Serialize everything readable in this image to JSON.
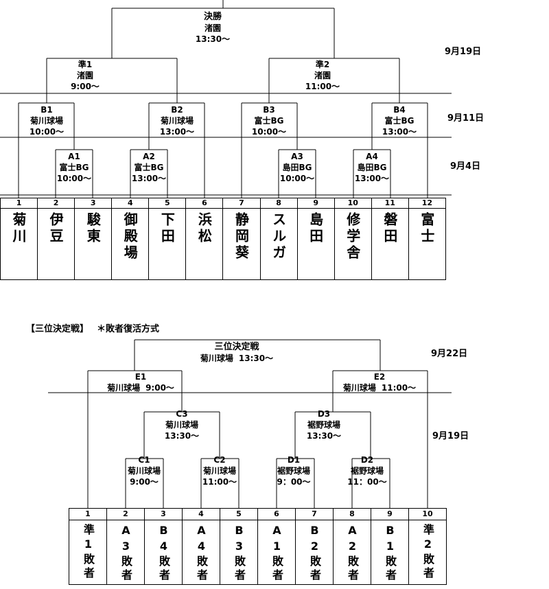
{
  "main_bracket": {
    "final": {
      "name": "決勝",
      "venue": "渚園",
      "time": "13:30～"
    },
    "semi1": {
      "name": "準1",
      "venue": "渚園",
      "time": "9:00～"
    },
    "semi2": {
      "name": "準2",
      "venue": "渚園",
      "time": "11:00～"
    },
    "b1": {
      "name": "B1",
      "venue": "菊川球場",
      "time": "10:00～"
    },
    "b2": {
      "name": "B2",
      "venue": "菊川球場",
      "time": "13:00～"
    },
    "b3": {
      "name": "B3",
      "venue": "富士BG",
      "time": "10:00～"
    },
    "b4": {
      "name": "B4",
      "venue": "富士BG",
      "time": "13:00～"
    },
    "a1": {
      "name": "A1",
      "venue": "富士BG",
      "time": "10:00～"
    },
    "a2": {
      "name": "A2",
      "venue": "富士BG",
      "time": "13:00～"
    },
    "a3": {
      "name": "A3",
      "venue": "島田BG",
      "time": "10:00～"
    },
    "a4": {
      "name": "A4",
      "venue": "島田BG",
      "time": "13:00～"
    },
    "dates": {
      "semis": "9月19日",
      "round_b": "9月11日",
      "round_a": "9月4日"
    },
    "teams": [
      {
        "no": "1",
        "name": "菊川"
      },
      {
        "no": "2",
        "name": "伊豆"
      },
      {
        "no": "3",
        "name": "駿東"
      },
      {
        "no": "4",
        "name": "御殿場"
      },
      {
        "no": "5",
        "name": "下田"
      },
      {
        "no": "6",
        "name": "浜松"
      },
      {
        "no": "7",
        "name": "静岡葵"
      },
      {
        "no": "8",
        "name": "スルガ"
      },
      {
        "no": "9",
        "name": "島田"
      },
      {
        "no": "10",
        "name": "修学舎"
      },
      {
        "no": "11",
        "name": "磐田"
      },
      {
        "no": "12",
        "name": "富士"
      }
    ]
  },
  "third_place": {
    "header": {
      "title": "【三位決定戦】",
      "note": "＊敗者復活方式"
    },
    "final": {
      "name": "三位決定戦",
      "venue": "菊川球場",
      "time": "13:30～"
    },
    "e1": {
      "name": "E1",
      "venue": "菊川球場",
      "time": "9:00～"
    },
    "e2": {
      "name": "E2",
      "venue": "菊川球場",
      "time": "11:00～"
    },
    "c3": {
      "name": "C3",
      "venue": "菊川球場",
      "time": "13:30～"
    },
    "d3": {
      "name": "D3",
      "venue": "裾野球場",
      "time": "13:30～"
    },
    "c1": {
      "name": "C1",
      "venue": "菊川球場",
      "time": "9:00～"
    },
    "c2": {
      "name": "C2",
      "venue": "菊川球場",
      "time": "11:00～"
    },
    "d1": {
      "name": "D1",
      "venue": "裾野球場",
      "time": "9：00～"
    },
    "d2": {
      "name": "D2",
      "venue": "裾野球場",
      "time": "11：00～"
    },
    "dates": {
      "finals": "9月22日",
      "round_cd": "9月19日"
    },
    "teams": [
      {
        "no": "1",
        "name": "準1敗者"
      },
      {
        "no": "2",
        "name": "A3敗者"
      },
      {
        "no": "3",
        "name": "B4敗者"
      },
      {
        "no": "4",
        "name": "A4敗者"
      },
      {
        "no": "5",
        "name": "B3敗者"
      },
      {
        "no": "6",
        "name": "A1敗者"
      },
      {
        "no": "7",
        "name": "B2敗者"
      },
      {
        "no": "8",
        "name": "A2敗者"
      },
      {
        "no": "9",
        "name": "B1敗者"
      },
      {
        "no": "10",
        "name": "準2敗者"
      }
    ]
  }
}
